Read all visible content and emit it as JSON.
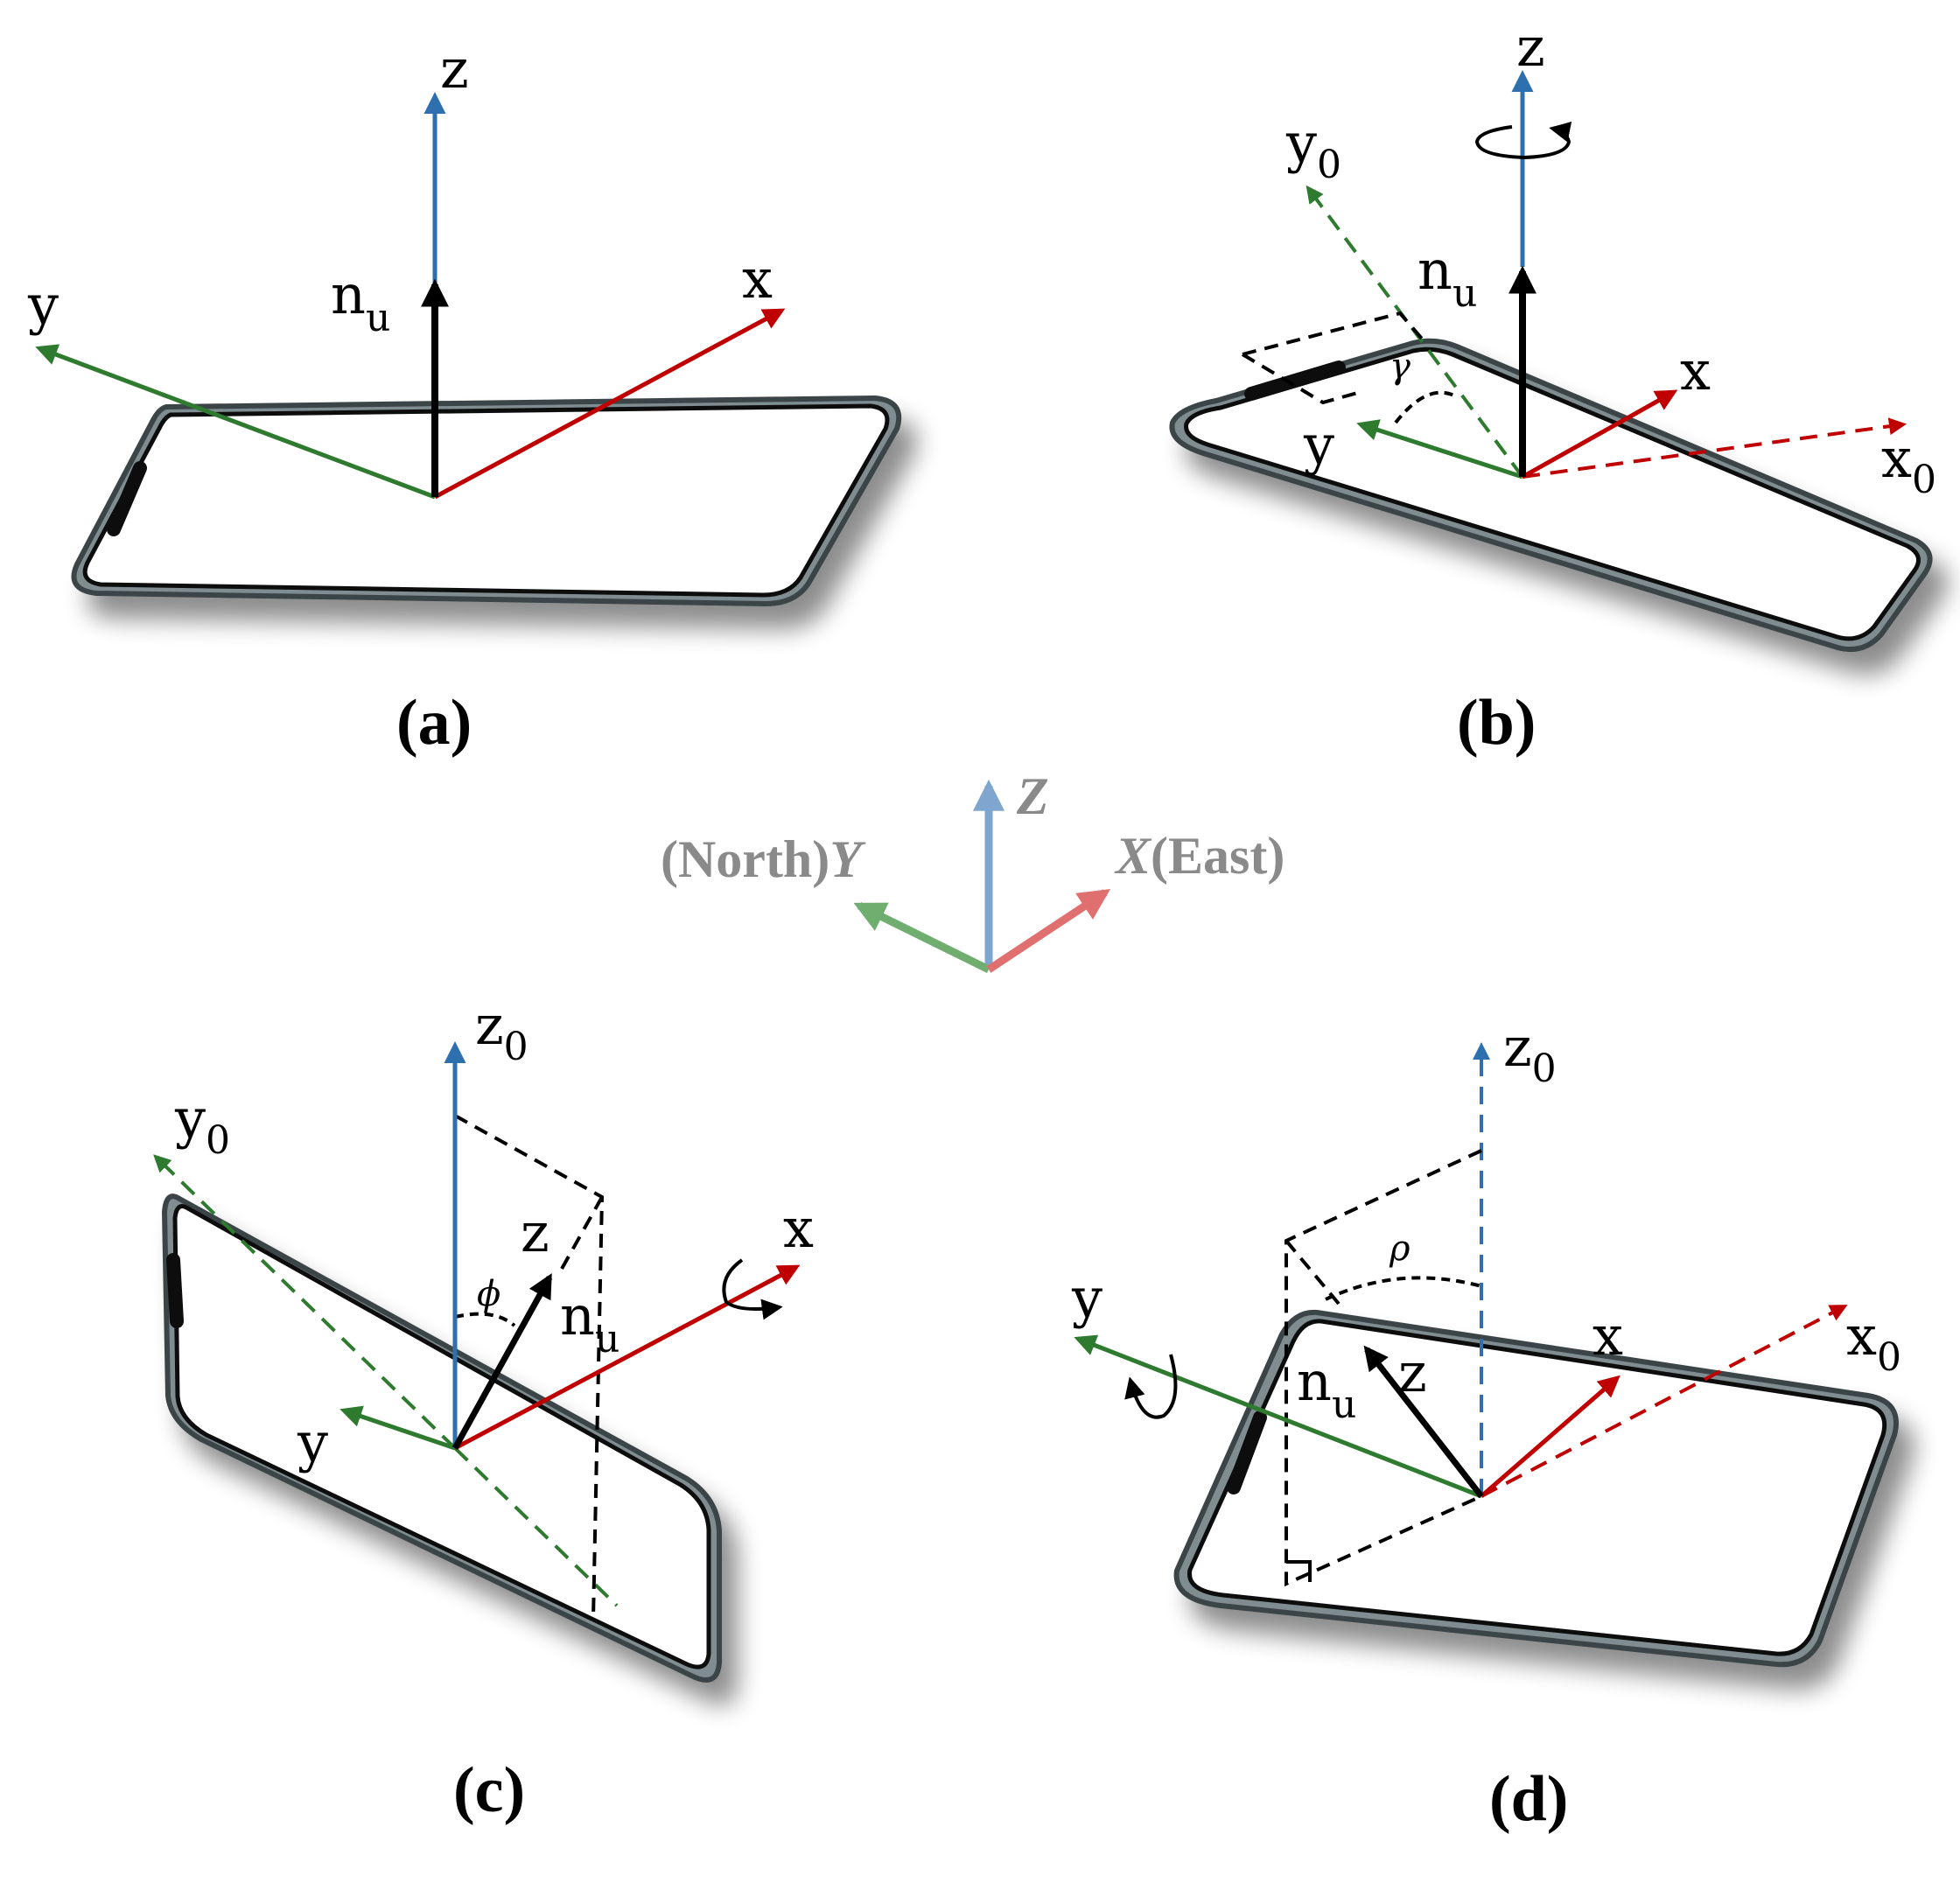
{
  "colors": {
    "x_axis": "#c00000",
    "y_axis": "#2e7a2e",
    "z_axis": "#2e6fb0",
    "normal": "#000000",
    "phone_frame": "#5a6b70",
    "world_x": "#e07070",
    "world_y": "#6fae6f",
    "world_z": "#7fa6cf",
    "world_text": "#8a8a8a"
  },
  "world_frame": {
    "z_label": "Z",
    "y_label_prefix": "(North)",
    "y_label": "Y",
    "x_label": "X",
    "x_label_suffix": "(East)"
  },
  "panels": {
    "a": {
      "caption": "(a)",
      "z": "z",
      "x": "x",
      "y": "y",
      "n": "n",
      "n_sub": "u"
    },
    "b": {
      "caption": "(b)",
      "z": "z",
      "x": "x",
      "y": "y",
      "n": "n",
      "n_sub": "u",
      "x0": "x",
      "x0_sub": "0",
      "y0": "y",
      "y0_sub": "0",
      "angle": "γ",
      "rotation_icon": "rotate-around-z-icon"
    },
    "c": {
      "caption": "(c)",
      "z": "z",
      "x": "x",
      "y": "y",
      "n": "n",
      "n_sub": "u",
      "z0": "z",
      "z0_sub": "0",
      "y0": "y",
      "y0_sub": "0",
      "angle": "ϕ",
      "rotation_icon": "rotate-around-x-icon"
    },
    "d": {
      "caption": "(d)",
      "z": "z",
      "x": "x",
      "y": "y",
      "n": "n",
      "n_sub": "u",
      "z0": "z",
      "z0_sub": "0",
      "x0": "x",
      "x0_sub": "0",
      "angle": "ρ",
      "rotation_icon": "rotate-around-y-icon"
    }
  }
}
